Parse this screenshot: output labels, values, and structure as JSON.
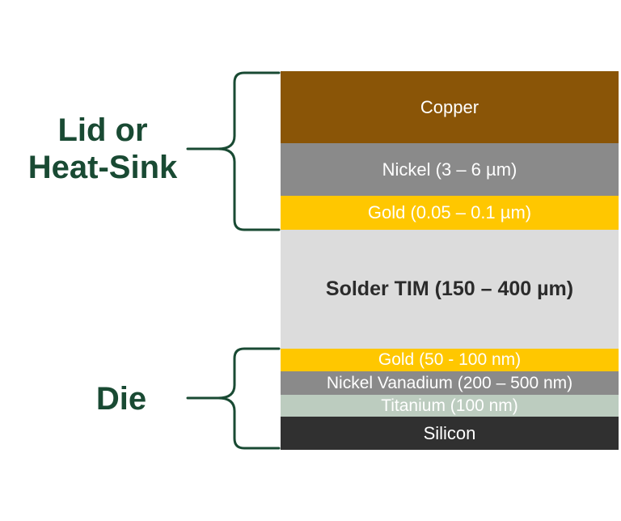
{
  "labels": {
    "lid_line1": "Lid or",
    "lid_line2": "Heat-Sink",
    "die": "Die"
  },
  "layers": [
    {
      "name": "Copper",
      "color": "#8a5507"
    },
    {
      "name": "Nickel (3 – 6 µm)",
      "color": "#8a8a8a"
    },
    {
      "name": "Gold (0.05 – 0.1 µm)",
      "color": "#ffc700"
    },
    {
      "name": "Solder TIM (150 – 400 µm)",
      "color": "#dcdcdc"
    },
    {
      "name": "Gold (50 - 100 nm)",
      "color": "#ffc700"
    },
    {
      "name": "Nickel Vanadium (200 – 500 nm)",
      "color": "#8a8a8a"
    },
    {
      "name": "Titanium (100 nm)",
      "color": "#bcccbf"
    },
    {
      "name": "Silicon",
      "color": "#303030"
    }
  ],
  "colors": {
    "label_text": "#194a33",
    "brace": "#194a33"
  }
}
